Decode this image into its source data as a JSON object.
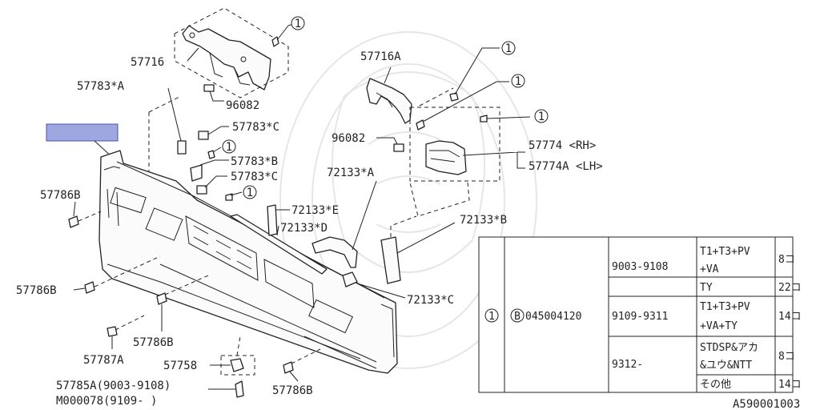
{
  "part_labels": {
    "p57716": "57716",
    "p57716A": "57716A",
    "p57783A": "57783*A",
    "p96082_top": "96082",
    "p57783C_1": "57783*C",
    "p57783B": "57783*B",
    "p57783C_2": "57783*C",
    "p96082_mid": "96082",
    "p57774": "57774 <RH>",
    "p57774A": "57774A <LH>",
    "p72133A": "72133*A",
    "p72133E": "72133*E",
    "p72133D": "72133*D",
    "p72133B": "72133*B",
    "p72133C": "72133*C",
    "p57786B_1": "57786B",
    "p57786B_2": "57786B",
    "p57786B_3": "57786B",
    "p57786B_4": "57786B",
    "p57787A": "57787A",
    "p57758": "57758",
    "p57785A": "57785A(9003-9108)",
    "pM000078": "M000078(9109-      )",
    "ref_code": "A590001003"
  },
  "callout": "1",
  "table": {
    "ref": "1",
    "part": "B",
    "part_no": "045004120",
    "rows": [
      {
        "range": "9003-9108",
        "spec": "T1+T3+PV",
        "spec2": "+VA",
        "qty": "8コ"
      },
      {
        "range": "",
        "spec": "TY",
        "spec2": "",
        "qty": "22コ"
      },
      {
        "range": "9109-9311",
        "spec": "T1+T3+PV",
        "spec2": "+VA+TY",
        "qty": "14コ"
      },
      {
        "range": "9312-",
        "spec": "STDSP&アカ",
        "spec2": "&ユウ&NTT",
        "qty": "8コ"
      },
      {
        "range": "",
        "spec": "その他",
        "spec2": "",
        "qty": "14コ"
      }
    ]
  },
  "colors": {
    "highlight": "#9fa7e0",
    "highlight_border": "#4b55a8",
    "ink": "#222222"
  }
}
